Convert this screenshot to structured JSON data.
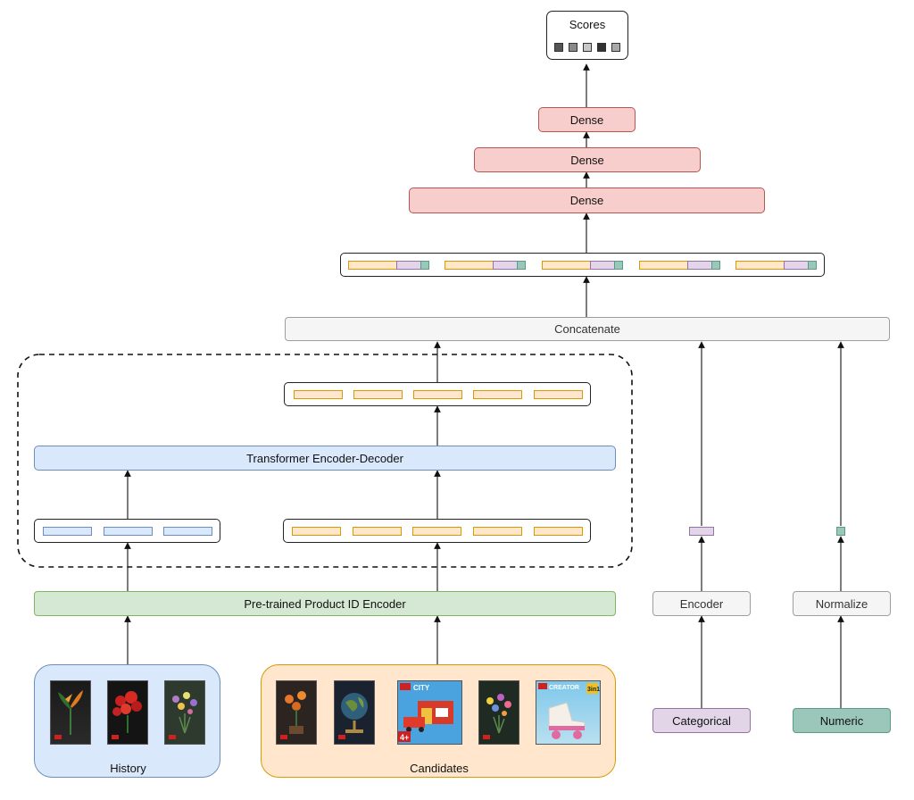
{
  "scores": {
    "label": "Scores",
    "shades": [
      "#555555",
      "#8a8a8a",
      "#c8c8c8",
      "#333333",
      "#a8a8a8"
    ]
  },
  "dense": [
    "Dense",
    "Dense",
    "Dense"
  ],
  "concatenate": "Concatenate",
  "transformer": "Transformer Encoder-Decoder",
  "product_encoder": "Pre-trained Product ID Encoder",
  "encoder": "Encoder",
  "normalize": "Normalize",
  "categorical": "Categorical",
  "numeric": "Numeric",
  "history": {
    "label": "History",
    "item_icons": [
      "bird-of-paradise-set-icon",
      "roses-bouquet-set-icon",
      "wildflower-bouquet-set-icon"
    ]
  },
  "candidates": {
    "label": "Candidates",
    "item_icons": [
      "orchid-set-icon",
      "globe-set-icon",
      "fire-station-set-icon",
      "flower-bouquet-set-icon",
      "roller-skate-set-icon"
    ],
    "badges": [
      "4+",
      "CITY",
      "CREATOR",
      "3in1"
    ]
  },
  "colors": {
    "dense": "#f8cecc",
    "transformer": "#dae8fc",
    "encoder_bar": "#d5e8d4",
    "candidate_group": "#ffe6cc",
    "categorical": "#e1d5e7",
    "numeric": "#9ac7b9"
  }
}
